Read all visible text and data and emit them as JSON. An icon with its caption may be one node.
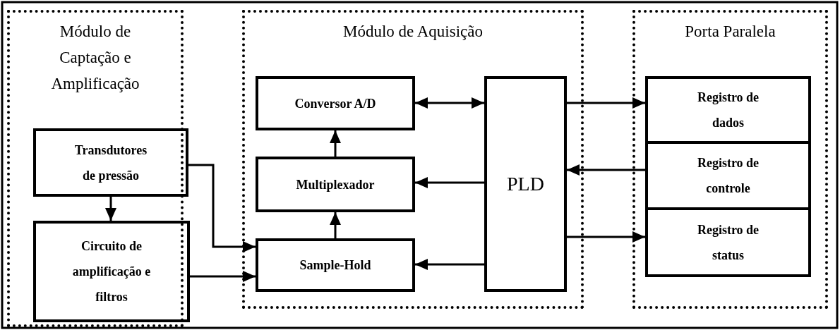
{
  "diagram": {
    "nodes": [
      {
        "text": [
          "Módulo de Captação e Amplificação"
        ]
      },
      {
        "text": [
          "Transdutores de pressão"
        ],
        "in": 0
      },
      {
        "text": [
          "Circuito de amplificação e filtros"
        ],
        "in": 0
      },
      {
        "text": [
          "Módulo de Aquisição"
        ]
      },
      {
        "text": [
          "Conversor A/D"
        ],
        "in": 3
      },
      {
        "text": [
          "Multiplexador"
        ],
        "in": 3
      },
      {
        "text": [
          "Sample-Hold"
        ],
        "in": 3
      },
      {
        "text": [
          "PLD"
        ],
        "in": 3
      },
      {
        "text": [
          "Porta Paralela"
        ]
      },
      {
        "text": [
          "Registro de dados"
        ],
        "in": 8
      },
      {
        "text": [
          "Registro de controle"
        ],
        "in": 8
      },
      {
        "text": [
          "Registro de status"
        ],
        "in": 8
      }
    ],
    "edges": [
      {
        "from": 1,
        "to": 2,
        "arrow": "to"
      },
      {
        "from": 1,
        "to": 6,
        "arrow": "to"
      },
      {
        "from": 2,
        "to": 6,
        "arrow": "to"
      },
      {
        "from": 6,
        "to": 5,
        "arrow": "to"
      },
      {
        "from": 5,
        "to": 4,
        "arrow": "to"
      },
      {
        "from": 4,
        "to": 7,
        "arrow": "both"
      },
      {
        "from": 7,
        "to": 5,
        "arrow": "to"
      },
      {
        "from": 7,
        "to": 6,
        "arrow": "to"
      },
      {
        "from": 7,
        "to": 9,
        "arrow": "to"
      },
      {
        "from": 10,
        "to": 7,
        "arrow": "to"
      },
      {
        "from": 7,
        "to": 11,
        "arrow": "to"
      }
    ]
  }
}
